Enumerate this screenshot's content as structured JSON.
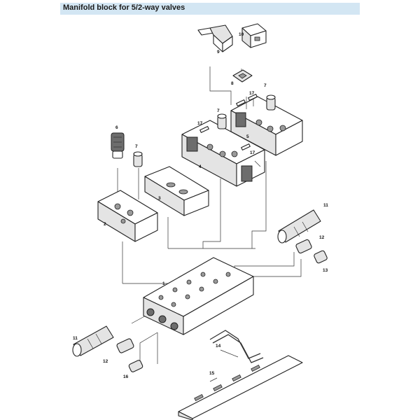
{
  "header": {
    "title": "Manifold block for 5/2-way valves"
  },
  "callouts": [
    "1",
    "2",
    "3",
    "4",
    "5",
    "6",
    "7",
    "7",
    "7",
    "8",
    "9",
    "10",
    "11",
    "11",
    "12",
    "12",
    "13",
    "14",
    "15",
    "16",
    "17",
    "17",
    "17"
  ]
}
